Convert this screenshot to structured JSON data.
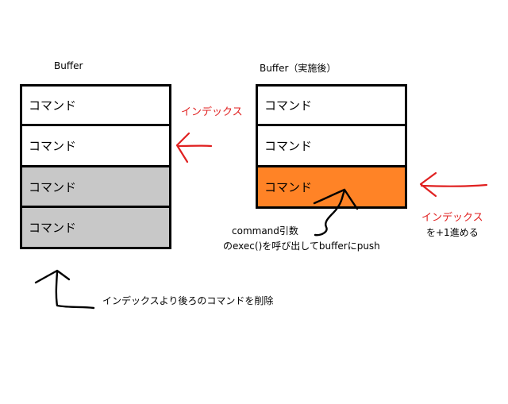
{
  "left_buffer": {
    "title": "Buffer",
    "cells": [
      "コマンド",
      "コマンド",
      "コマンド",
      "コマンド"
    ]
  },
  "right_buffer": {
    "title": "Buffer（実施後）",
    "cells": [
      "コマンド",
      "コマンド",
      "コマンド"
    ]
  },
  "annotations": {
    "index_left": "インデックス",
    "index_right": "インデックス",
    "index_right_note": "を+1進める",
    "command_line1": "command引数",
    "command_line2": "のexec()を呼び出してbufferにpush",
    "delete_note": "インデックスより後ろのコマンドを削除"
  },
  "colors": {
    "executed_cell": "#ff8326",
    "deleted_cell": "#c8c8c8",
    "index_text": "#e02020"
  }
}
